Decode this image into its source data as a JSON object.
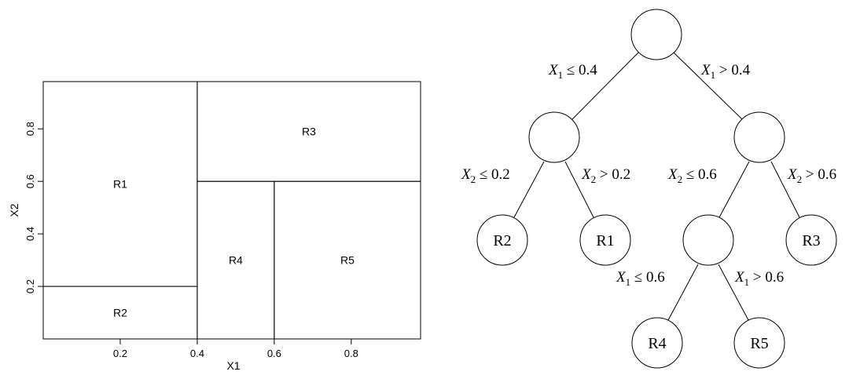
{
  "partition_plot": {
    "xlabel": "X1",
    "ylabel": "X2",
    "xlim": [
      0.0,
      0.98
    ],
    "ylim": [
      0.0,
      0.98
    ],
    "x_ticks": [
      "0.2",
      "0.4",
      "0.6",
      "0.8"
    ],
    "y_ticks": [
      "0.2",
      "0.4",
      "0.6",
      "0.8"
    ],
    "regions": [
      {
        "label": "R1",
        "x_range": [
          0.0,
          0.4
        ],
        "y_range": [
          0.2,
          0.98
        ]
      },
      {
        "label": "R2",
        "x_range": [
          0.0,
          0.4
        ],
        "y_range": [
          0.0,
          0.2
        ]
      },
      {
        "label": "R3",
        "x_range": [
          0.4,
          0.98
        ],
        "y_range": [
          0.6,
          0.98
        ]
      },
      {
        "label": "R4",
        "x_range": [
          0.4,
          0.6
        ],
        "y_range": [
          0.0,
          0.6
        ]
      },
      {
        "label": "R5",
        "x_range": [
          0.6,
          0.98
        ],
        "y_range": [
          0.0,
          0.6
        ]
      }
    ]
  },
  "tree": {
    "root_left_rule": {
      "var": "X",
      "sub": "1",
      "op": " ≤ ",
      "val": "0.4"
    },
    "root_right_rule": {
      "var": "X",
      "sub": "1",
      "op": " > ",
      "val": "0.4"
    },
    "left_left_rule": {
      "var": "X",
      "sub": "2",
      "op": " ≤ ",
      "val": "0.2"
    },
    "left_right_rule": {
      "var": "X",
      "sub": "2",
      "op": " > ",
      "val": "0.2"
    },
    "right_left_rule": {
      "var": "X",
      "sub": "2",
      "op": " ≤ ",
      "val": "0.6"
    },
    "right_right_rule": {
      "var": "X",
      "sub": "2",
      "op": " > ",
      "val": "0.6"
    },
    "inner_left_rule": {
      "var": "X",
      "sub": "1",
      "op": " ≤ ",
      "val": "0.6"
    },
    "inner_right_rule": {
      "var": "X",
      "sub": "1",
      "op": " > ",
      "val": "0.6"
    },
    "leaves": {
      "leaf_r2": "R2",
      "leaf_r1": "R1",
      "leaf_r3": "R3",
      "leaf_r4": "R4",
      "leaf_r5": "R5"
    }
  }
}
